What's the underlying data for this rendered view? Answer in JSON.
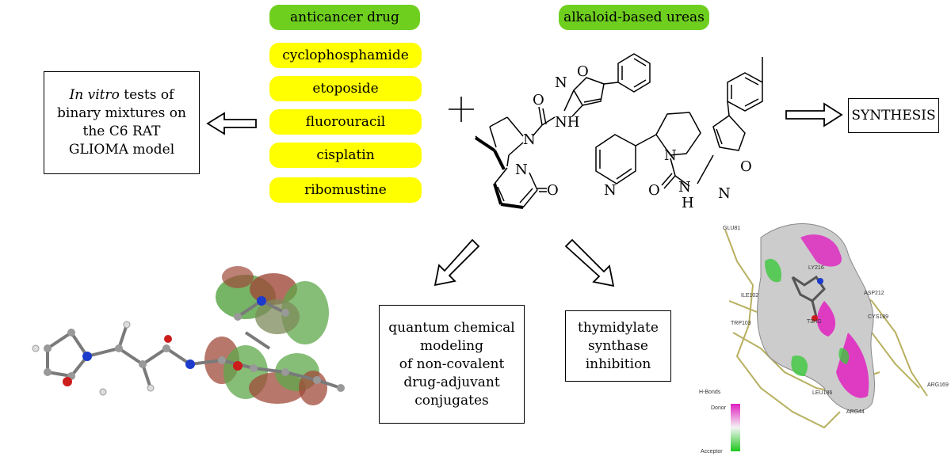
{
  "header": {
    "drug_label": "anticancer drug",
    "urea_label": "alkaloid-based ureas"
  },
  "drugs": [
    "cyclophosphamide",
    "etoposide",
    "fluorouracil",
    "cisplatin",
    "ribomustine"
  ],
  "invitro_box": {
    "line1_italic": "In vitro",
    "line1_rest": " tests of",
    "line2": "binary mixtures on",
    "line3": "the C6 RAT",
    "line4": "GLIOMA model"
  },
  "synthesis_box": {
    "label": "SYNTHESIS"
  },
  "quantum_box": {
    "lines": [
      "quantum chemical",
      "modeling",
      "of non-covalent",
      "drug-adjuvant",
      "conjugates"
    ]
  },
  "thymidylate_box": {
    "lines": [
      "thymidylate",
      "synthase",
      "inhibition"
    ]
  },
  "molecules": {
    "atoms_N": "N",
    "atoms_O": "O",
    "atoms_NH": "NH",
    "atoms_H": "H",
    "plus": "+"
  },
  "docking": {
    "residues": [
      "GLU81",
      "LY216",
      "ASP212",
      "ILE102",
      "TRP103",
      "T3HG",
      "CYS189",
      "ARG169",
      "LEU186",
      "ARG44"
    ],
    "legend_title": "H-Bonds",
    "legend_donor": "Donor",
    "legend_acceptor": "Acceptor"
  },
  "colors": {
    "green": "#6fcf1f",
    "yellow": "#ffff00",
    "magenta": "#e020c0"
  }
}
